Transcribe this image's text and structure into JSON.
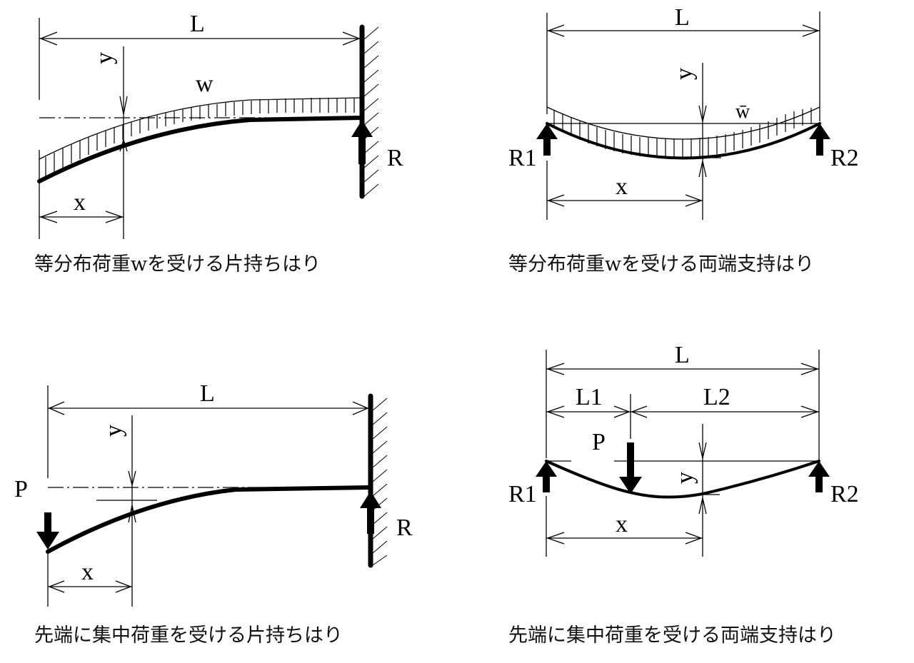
{
  "diagrams": [
    {
      "id": "cantilever-uniform",
      "caption": "等分布荷重wを受ける片持ちはり",
      "labels": {
        "length": "L",
        "deflection": "y",
        "load": "w",
        "position": "x",
        "reaction": "R"
      }
    },
    {
      "id": "simply-supported-uniform",
      "caption": "等分布荷重wを受ける両端支持はり",
      "labels": {
        "length": "L",
        "deflection": "y",
        "load": "w̄",
        "position": "x",
        "reaction_left": "R1",
        "reaction_right": "R2"
      }
    },
    {
      "id": "cantilever-point",
      "caption": "先端に集中荷重を受ける片持ちはり",
      "labels": {
        "length": "L",
        "deflection": "y",
        "load": "P",
        "position": "x",
        "reaction": "R"
      }
    },
    {
      "id": "simply-supported-point",
      "caption": "先端に集中荷重を受ける両端支持はり",
      "labels": {
        "length": "L",
        "length1": "L1",
        "length2": "L2",
        "deflection": "y",
        "load": "P",
        "position": "x",
        "reaction_left": "R1",
        "reaction_right": "R2"
      }
    }
  ]
}
